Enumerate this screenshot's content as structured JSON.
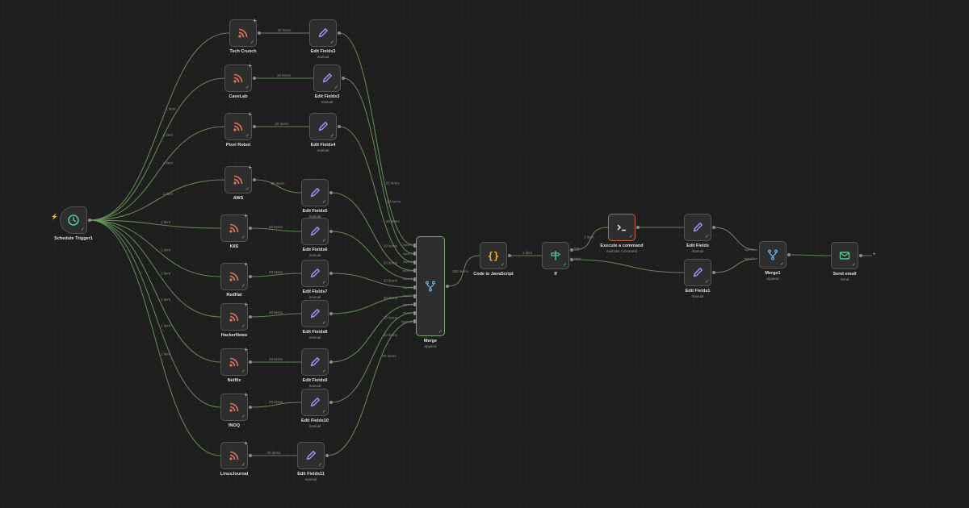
{
  "workflow": {
    "trigger": {
      "name": "Schedule Trigger1",
      "icon": "clock-icon"
    },
    "rss_feeds": [
      {
        "name": "Tech Crunch",
        "items": "20 items",
        "trigger_items": "1 item"
      },
      {
        "name": "CaveLab",
        "items": "20 items",
        "trigger_items": "1 item"
      },
      {
        "name": "Pixel Robot",
        "items": "20 items",
        "trigger_items": "1 item"
      },
      {
        "name": "AWS",
        "items": "20 items",
        "trigger_items": "1 item"
      },
      {
        "name": "K8S",
        "items": "20 items",
        "trigger_items": "1 item"
      },
      {
        "name": "RedHat",
        "items": "20 items",
        "trigger_items": "1 item"
      },
      {
        "name": "HackerNews",
        "items": "20 items",
        "trigger_items": "1 item"
      },
      {
        "name": "Netflix",
        "items": "20 items",
        "trigger_items": "1 item"
      },
      {
        "name": "INOQ",
        "items": "20 items",
        "trigger_items": "1 item"
      },
      {
        "name": "LinuxJournal",
        "items": "20 items",
        "trigger_items": "1 item"
      }
    ],
    "edit_fields": [
      {
        "name": "Edit Fields3",
        "sub": "manual",
        "out_items": "20 items"
      },
      {
        "name": "Edit Fields3",
        "sub": "manual",
        "out_items": "20 items"
      },
      {
        "name": "Edit Fields4",
        "sub": "manual",
        "out_items": "20 items"
      },
      {
        "name": "Edit Fields5",
        "sub": "manual",
        "out_items": "20 items"
      },
      {
        "name": "Edit Fields6",
        "sub": "manual",
        "out_items": "20 items"
      },
      {
        "name": "Edit Fields7",
        "sub": "manual",
        "out_items": "20 items"
      },
      {
        "name": "Edit Fields8",
        "sub": "manual",
        "out_items": "20 items"
      },
      {
        "name": "Edit Fields9",
        "sub": "manual",
        "out_items": "20 items"
      },
      {
        "name": "Edit Fields10",
        "sub": "manual",
        "out_items": "20 items"
      },
      {
        "name": "Edit Fields11",
        "sub": "manual",
        "out_items": "20 items"
      }
    ],
    "merge": {
      "name": "Merge",
      "sub": "append",
      "out_items": "200 items",
      "inputs": [
        "Input 1",
        "Input 2",
        "Input 3",
        "Input 4",
        "Input 5",
        "Input 6",
        "Input 7",
        "Input 8",
        "Input 9",
        "Input 10"
      ]
    },
    "code": {
      "name": "Code in JavaScript",
      "out_items": "1 item"
    },
    "if": {
      "name": "If",
      "true_label": "true",
      "false_label": "false",
      "true_items": "1 item"
    },
    "execute": {
      "name": "Execute a command",
      "sub": "execute: command",
      "out_items": "1 item"
    },
    "edit_fields_a": {
      "name": "Edit Fields",
      "sub": "manual"
    },
    "edit_fields_b": {
      "name": "Edit Fields1",
      "sub": "manual"
    },
    "merge2": {
      "name": "Merge1",
      "sub": "append",
      "input1": "Input 1",
      "input2": "Input 2"
    },
    "send_email": {
      "name": "Send email",
      "sub": "Send"
    }
  },
  "colors": {
    "background": "#1e1e1e",
    "connection": "#6a9a5a",
    "rss_icon": "#e8735a",
    "edit_icon": "#a78bfa",
    "code_icon": "#f0b429",
    "if_icon": "#4ecb8d",
    "merge_icon": "#6ab0e8",
    "email_icon": "#4ecb8d",
    "exec_border": "#c7604a"
  }
}
